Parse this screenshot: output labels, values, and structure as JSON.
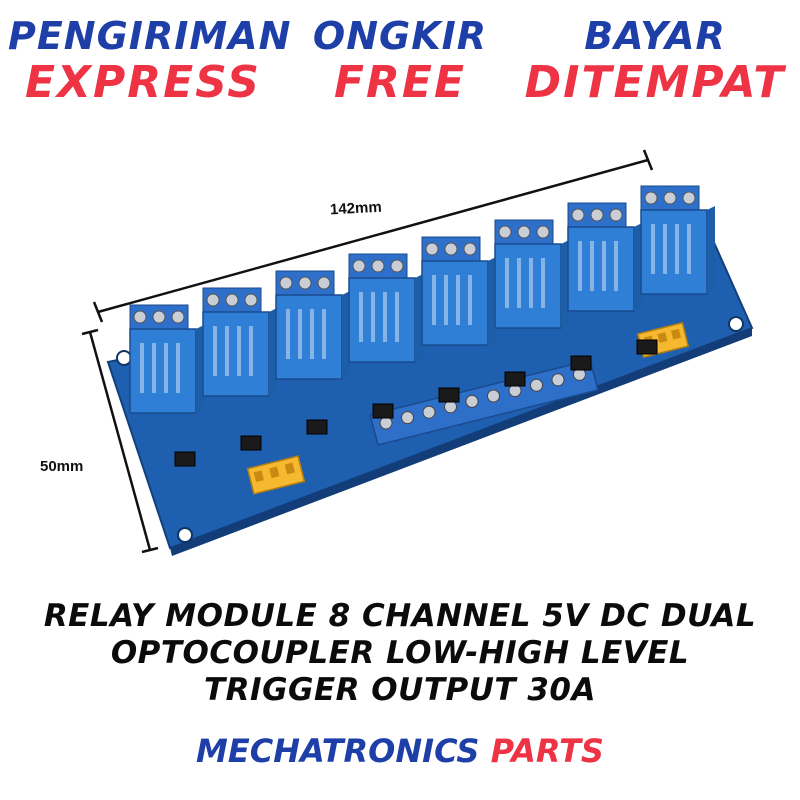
{
  "banner": {
    "shipping": {
      "top": "PENGIRIMAN",
      "bottom": "EXPRESS"
    },
    "postage": {
      "top": "ONGKIR",
      "bottom": "FREE"
    },
    "payment": {
      "top": "BAYAR",
      "bottom": "DITEMPAT"
    }
  },
  "dimensions": {
    "width": "142mm",
    "height": "50mm"
  },
  "product": {
    "title_lines": [
      "RELAY MODULE 8 CHANNEL 5V DC DUAL",
      "OPTOCOUPLER LOW-HIGH LEVEL",
      "TRIGGER OUTPUT 30A"
    ],
    "relay_count": 8
  },
  "brand": {
    "part1": "MECHATRONICS",
    "part2": "PARTS"
  },
  "colors": {
    "blue": "#1e3fa8",
    "red": "#ee3344",
    "pcb": "#1f5fb0",
    "relay": "#2f7fd6",
    "jumper": "#f5b82e"
  }
}
